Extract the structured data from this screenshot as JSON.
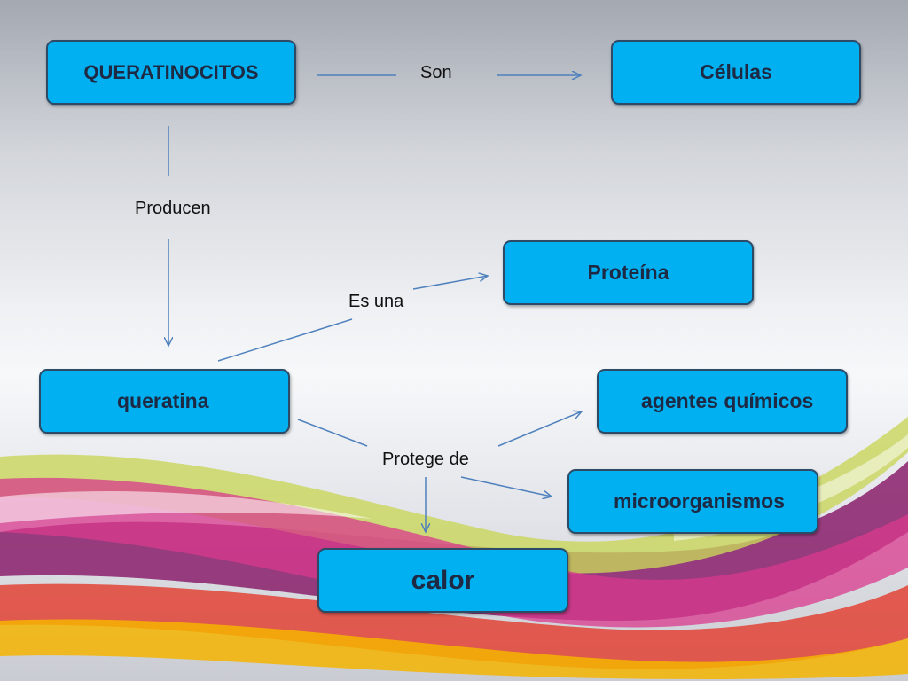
{
  "nodes": {
    "queratinocitos": "QUERATINOCITOS",
    "celulas": "Células",
    "proteina": "Proteína",
    "queratina": "queratina",
    "agentes_quimicos": "agentes químicos",
    "microorganismos": "microorganismos",
    "calor": "calor"
  },
  "links": {
    "son": "Son",
    "producen": "Producen",
    "es_una": "Es una",
    "protege_de": "Protege de"
  },
  "colors": {
    "node_fill": "#00b0f0",
    "node_border": "#2d4a66",
    "node_text": "#1e2a44",
    "connector": "#4f81bd"
  }
}
